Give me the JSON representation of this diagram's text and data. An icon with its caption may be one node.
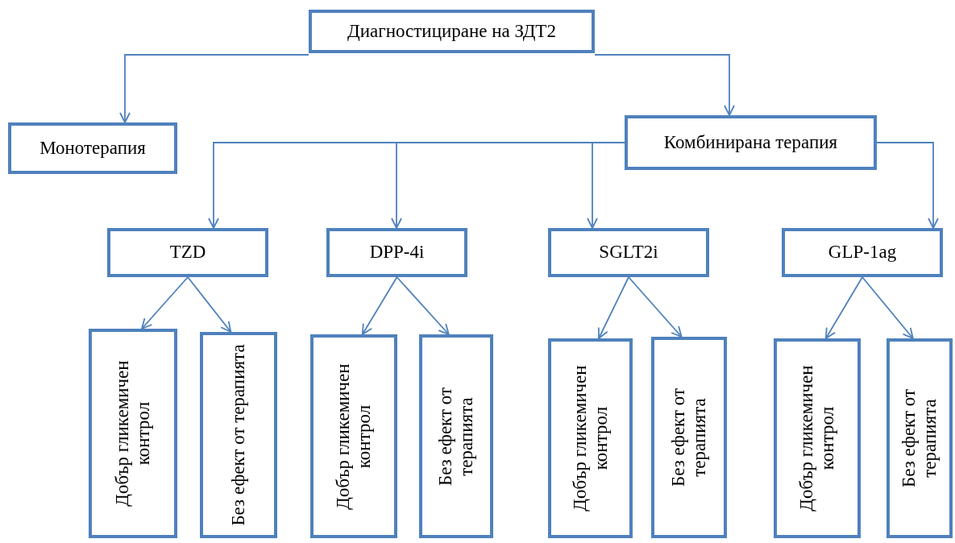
{
  "diagram": {
    "nodes": [
      {
        "text": [
          "Диагностициране на ЗДТ2"
        ]
      },
      {
        "text": [
          "Монотерапия"
        ]
      },
      {
        "text": [
          "Комбинирана терапия"
        ]
      },
      {
        "text": [
          "TZD"
        ]
      },
      {
        "text": [
          "DPP-4i"
        ]
      },
      {
        "text": [
          "SGLT2i"
        ]
      },
      {
        "text": [
          "GLP-1ag"
        ]
      },
      {
        "text": [
          "Добър гликемичен контрол"
        ]
      },
      {
        "text": [
          "Без ефект от терапията"
        ]
      },
      {
        "text": [
          "Добър гликемичен контрол"
        ]
      },
      {
        "text": [
          "Без ефект от терапията"
        ]
      },
      {
        "text": [
          "Добър гликемичен контрол"
        ]
      },
      {
        "text": [
          "Без ефект от терапията"
        ]
      },
      {
        "text": [
          "Добър гликемичен контрол"
        ]
      },
      {
        "text": [
          "Без ефект от терапията"
        ]
      }
    ],
    "edges": [
      {
        "from": 0,
        "to": 1,
        "arrow": "to"
      },
      {
        "from": 0,
        "to": 2,
        "arrow": "to"
      },
      {
        "from": 2,
        "to": 3,
        "arrow": "to"
      },
      {
        "from": 2,
        "to": 4,
        "arrow": "to"
      },
      {
        "from": 2,
        "to": 5,
        "arrow": "to"
      },
      {
        "from": 2,
        "to": 6,
        "arrow": "to"
      },
      {
        "from": 3,
        "to": 7,
        "arrow": "to"
      },
      {
        "from": 3,
        "to": 8,
        "arrow": "to"
      },
      {
        "from": 4,
        "to": 9,
        "arrow": "to"
      },
      {
        "from": 4,
        "to": 10,
        "arrow": "to"
      },
      {
        "from": 5,
        "to": 11,
        "arrow": "to"
      },
      {
        "from": 5,
        "to": 12,
        "arrow": "to"
      },
      {
        "from": 6,
        "to": 13,
        "arrow": "to"
      },
      {
        "from": 6,
        "to": 14,
        "arrow": "to"
      }
    ]
  }
}
